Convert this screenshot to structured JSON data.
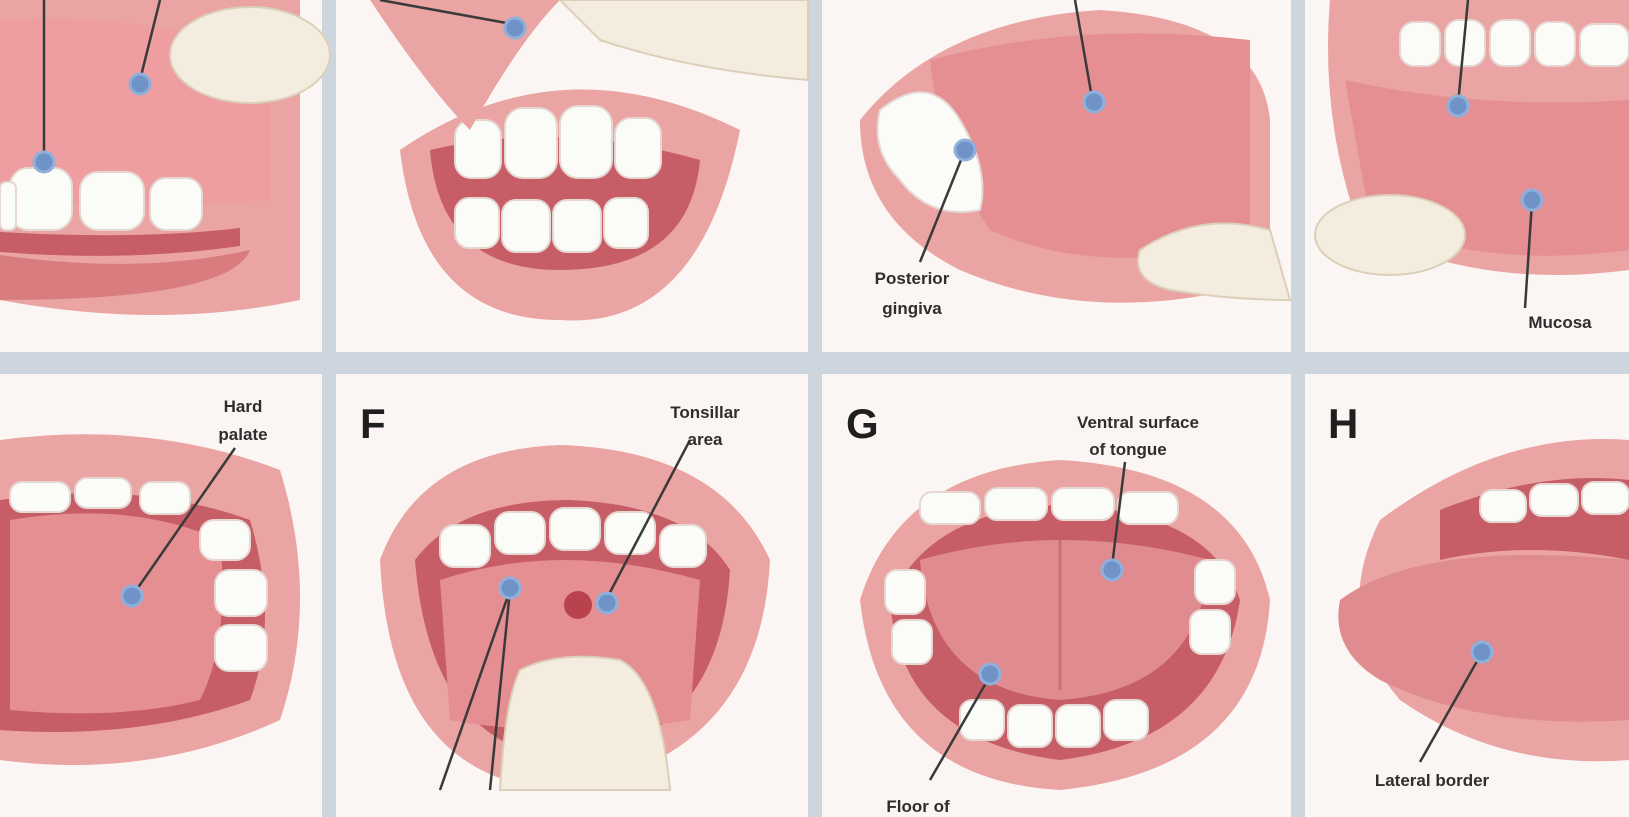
{
  "panels": {
    "top4": {
      "label_line1": "Posterior",
      "label_line2": "gingiva"
    },
    "top5": {
      "label": "Mucosa"
    },
    "bottom1": {
      "label_line1": "Hard",
      "label_line2": "palate"
    },
    "bottom2": {
      "letter": "F",
      "label_line1": "Tonsillar",
      "label_line2": "area"
    },
    "bottom3": {
      "letter": "G",
      "label_line1": "Ventral surface",
      "label_line2": "of tongue",
      "label_bottom": "Floor of"
    },
    "bottom4": {
      "letter": "H",
      "label": "Lateral border"
    }
  },
  "colors": {
    "marker": "#6f93c6",
    "divider": "#cdd6de",
    "lip": "#e9a4a3"
  }
}
